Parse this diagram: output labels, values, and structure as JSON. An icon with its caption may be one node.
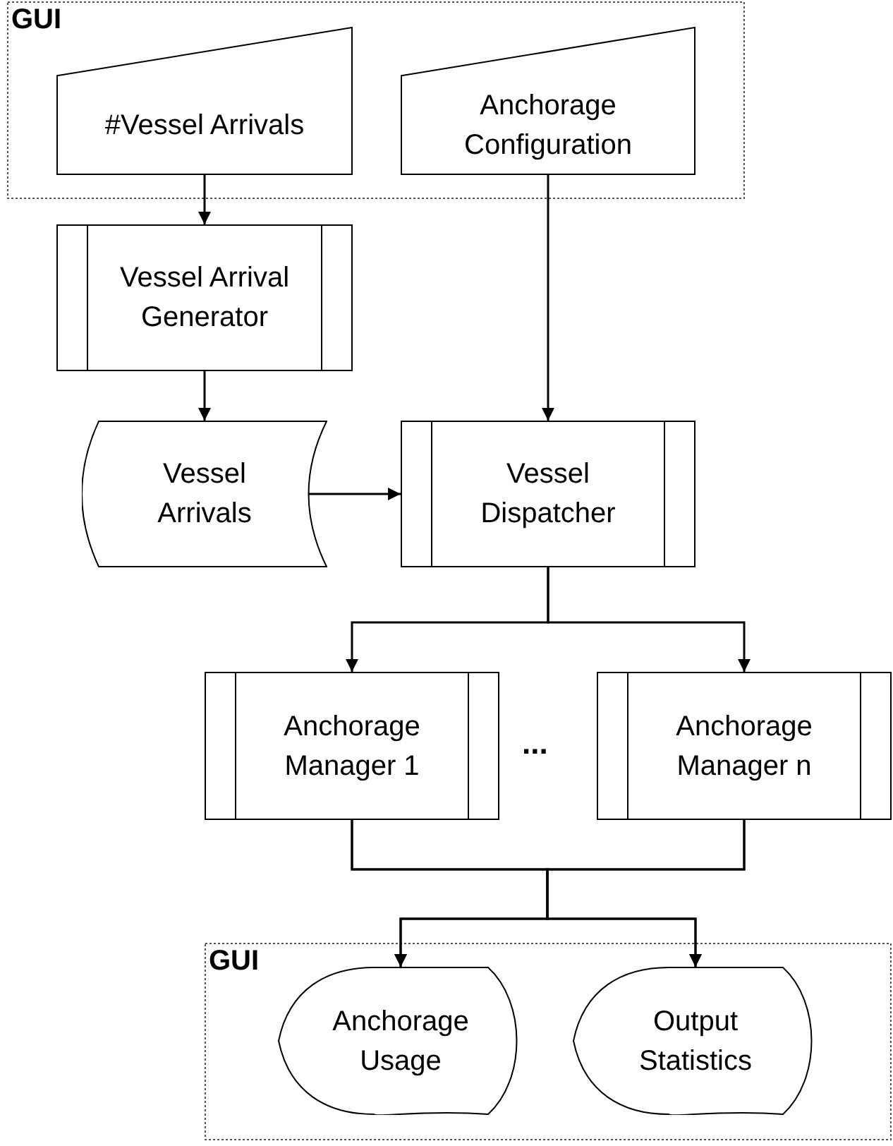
{
  "diagram": {
    "nodes": [
      {
        "text": [
          "GUI"
        ]
      },
      {
        "text": [
          "#Vessel Arrivals"
        ],
        "in": 0
      },
      {
        "text": [
          "Anchorage Configuration"
        ],
        "in": 0
      },
      {
        "text": [
          "Vessel Arrival Generator"
        ]
      },
      {
        "text": [
          "Vessel Arrivals"
        ]
      },
      {
        "text": [
          "Vessel Dispatcher"
        ]
      },
      {
        "text": [
          "Anchorage Manager 1"
        ]
      },
      {
        "text": [
          "Anchorage Manager n"
        ]
      },
      {
        "text": [
          "GUI"
        ]
      },
      {
        "text": [
          "Anchorage Usage"
        ],
        "in": 8
      },
      {
        "text": [
          "Output Statistics"
        ],
        "in": 8
      }
    ],
    "edges": [
      {
        "from": 1,
        "to": 3,
        "arrow": "to"
      },
      {
        "from": 2,
        "to": 5,
        "arrow": "to"
      },
      {
        "from": 3,
        "to": 4,
        "arrow": "to"
      },
      {
        "from": 4,
        "to": 5,
        "arrow": "to"
      },
      {
        "from": 5,
        "to": 6,
        "arrow": "to"
      },
      {
        "from": 5,
        "to": 7,
        "arrow": "to"
      },
      {
        "from": 6,
        "to": 9,
        "arrow": "to"
      },
      {
        "from": 6,
        "to": 10,
        "arrow": "to"
      },
      {
        "from": 7,
        "to": 9,
        "arrow": "to"
      },
      {
        "from": 7,
        "to": 10,
        "arrow": "to"
      }
    ],
    "labels": [
      "..."
    ]
  }
}
